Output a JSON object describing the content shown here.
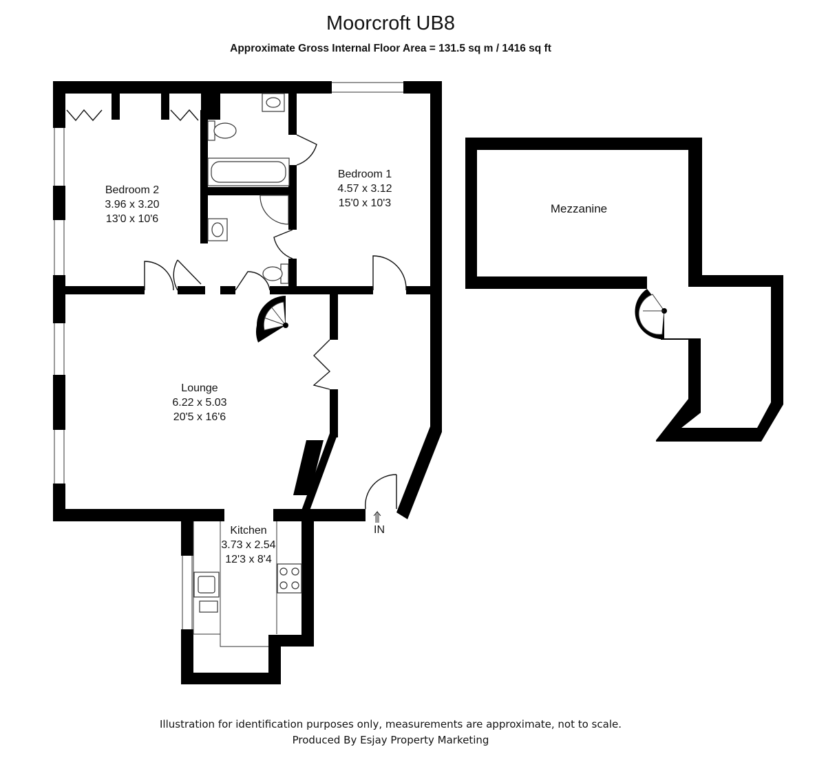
{
  "title": "Moorcroft UB8",
  "subtitle": "Approximate Gross Internal Floor Area = 131.5 sq m / 1416 sq ft",
  "rooms": {
    "bedroom2": {
      "name": "Bedroom 2",
      "metric": "3.96 x 3.20",
      "imperial": "13'0 x 10'6"
    },
    "bedroom1": {
      "name": "Bedroom 1",
      "metric": "4.57 x 3.12",
      "imperial": "15'0 x 10'3"
    },
    "lounge": {
      "name": "Lounge",
      "metric": "6.22 x 5.03",
      "imperial": "20'5 x 16'6"
    },
    "kitchen": {
      "name": "Kitchen",
      "metric": "3.73 x 2.54",
      "imperial": "12'3 x 8'4"
    },
    "mezzanine": {
      "name": "Mezzanine"
    }
  },
  "entrance_label": "IN",
  "footer": {
    "line1": "Illustration for identification purposes only, measurements are approximate, not to scale.",
    "line2": "Produced By Esjay Property Marketing"
  }
}
